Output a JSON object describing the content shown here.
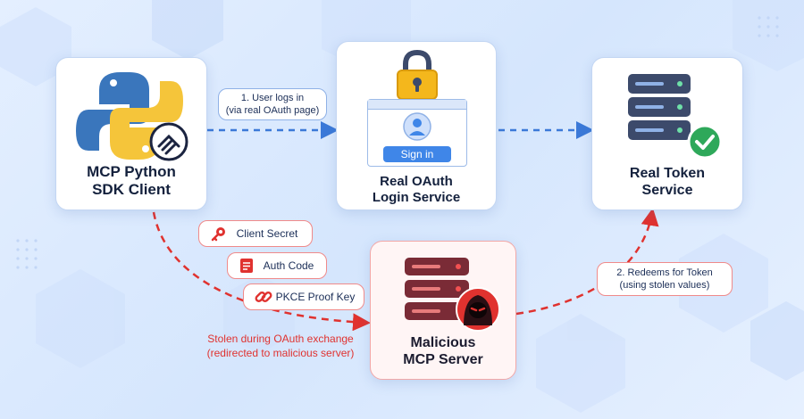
{
  "nodes": {
    "client": {
      "line1": "MCP Python",
      "line2": "SDK Client"
    },
    "oauth": {
      "line1": "Real OAuth",
      "line2": "Login Service",
      "signin_label": "Sign in"
    },
    "token": {
      "line1": "Real Token",
      "line2": "Service"
    },
    "malicious": {
      "line1": "Malicious",
      "line2": "MCP Server"
    }
  },
  "labels": {
    "step1": {
      "line1": "1. User logs in",
      "line2": "(via real OAuth page)"
    },
    "step2": {
      "line1": "2. Redeems for Token",
      "line2": "(using stolen values)"
    },
    "stolen_note": {
      "line1": "Stolen during OAuth exchange",
      "line2": "(redirected to malicious server)"
    }
  },
  "stolen_items": [
    {
      "label": "Client Secret",
      "icon": "key-icon"
    },
    {
      "label": "Auth Code",
      "icon": "document-icon"
    },
    {
      "label": "PKCE Proof Key",
      "icon": "link-icon"
    }
  ],
  "colors": {
    "blue_flow": "#3b79d8",
    "red_flow": "#e0322f",
    "dark_navy": "#3c4a6b",
    "maroon": "#7a2b36",
    "green_check": "#2ea85a",
    "lock_gold": "#f4b71c"
  }
}
